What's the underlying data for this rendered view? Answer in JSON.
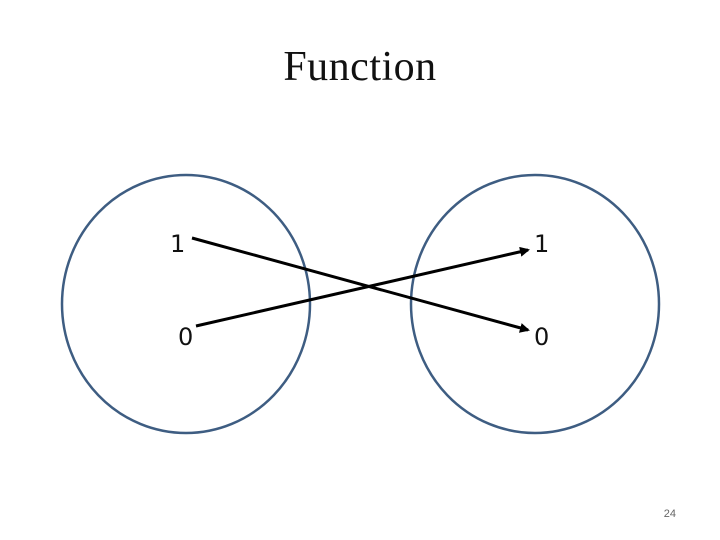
{
  "slide": {
    "title": "Function",
    "page_number": "24"
  },
  "diagram": {
    "domain_set": {
      "elements": [
        "1",
        "0"
      ]
    },
    "codomain_set": {
      "elements": [
        "1",
        "0"
      ]
    },
    "mappings": [
      {
        "from": "1",
        "to": "0"
      },
      {
        "from": "0",
        "to": "1"
      }
    ],
    "colors": {
      "circle_stroke": "#3e5d82",
      "arrow": "#000000"
    }
  }
}
